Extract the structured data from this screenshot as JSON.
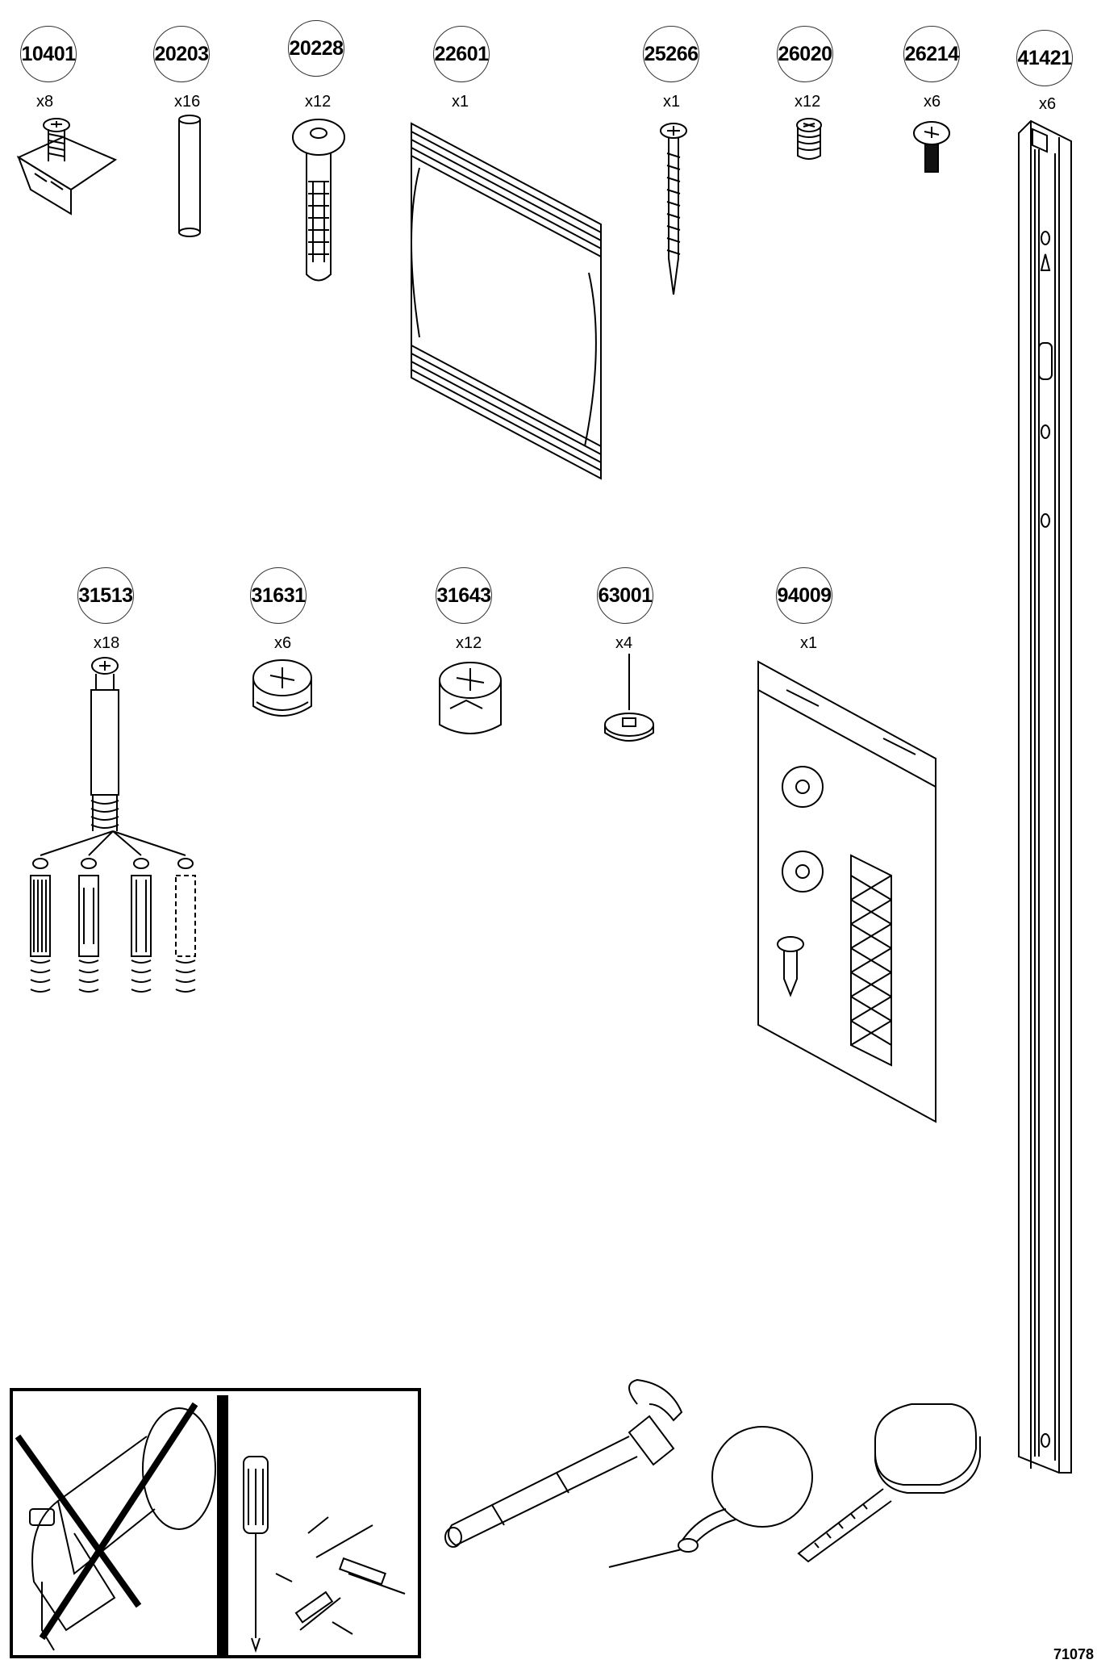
{
  "parts": [
    {
      "id": "10401",
      "qty": "x8"
    },
    {
      "id": "20203",
      "qty": "x16"
    },
    {
      "id": "20228",
      "qty": "x12"
    },
    {
      "id": "22601",
      "qty": "x1"
    },
    {
      "id": "25266",
      "qty": "x1"
    },
    {
      "id": "26020",
      "qty": "x12"
    },
    {
      "id": "26214",
      "qty": "x6"
    },
    {
      "id": "41421",
      "qty": "x6"
    },
    {
      "id": "31513",
      "qty": "x18"
    },
    {
      "id": "31631",
      "qty": "x6"
    },
    {
      "id": "31643",
      "qty": "x12"
    },
    {
      "id": "63001",
      "qty": "x4"
    },
    {
      "id": "94009",
      "qty": "x1"
    }
  ],
  "tools": {
    "warning_box": {
      "forbidden": "power-drill-icon",
      "allowed": "screwdriver-icon"
    },
    "items": [
      "hammer-icon",
      "awl-icon",
      "tape-measure-icon"
    ]
  },
  "footer": {
    "doc_number": "71078"
  }
}
